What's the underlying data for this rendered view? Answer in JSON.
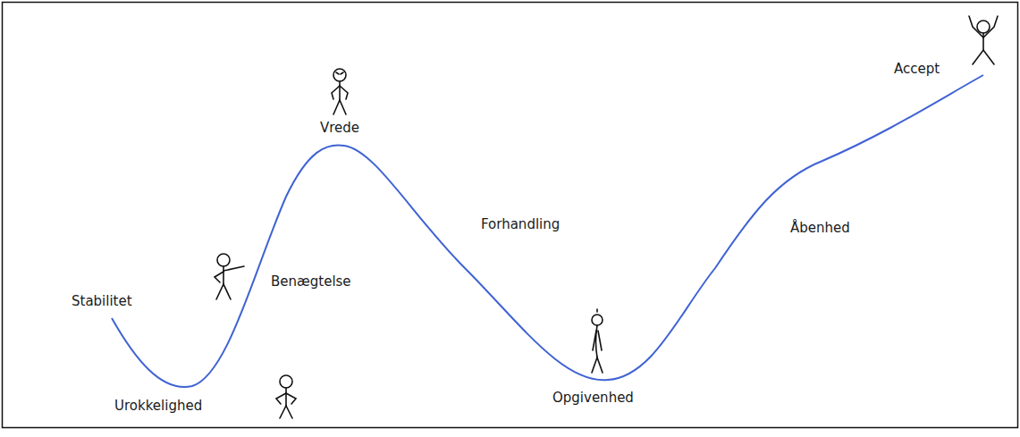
{
  "diagram": {
    "labels": [
      "Stabilitet",
      "Urokkelighed",
      "Benægtelse",
      "Vrede",
      "Forhandling",
      "Opgivenhed",
      "Åbenhed",
      "Accept"
    ]
  }
}
